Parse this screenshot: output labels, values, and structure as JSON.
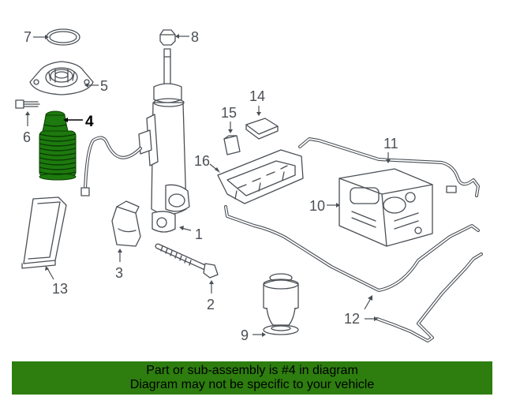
{
  "diagram": {
    "callouts": {
      "c1": "1",
      "c2": "2",
      "c3": "3",
      "c4": "4",
      "c5": "5",
      "c6": "6",
      "c7": "7",
      "c8": "8",
      "c9": "9",
      "c10": "10",
      "c11": "11",
      "c12": "12",
      "c13": "13",
      "c14": "14",
      "c15": "15",
      "c16": "16"
    },
    "highlighted_part": "4",
    "highlight_color": "#1d7a0e",
    "line_color": "#4a4f55"
  },
  "banner": {
    "line1": "Part or sub-assembly is #4 in diagram",
    "line2": "Diagram may not be specific to your vehicle",
    "background": "#2d7d0f"
  }
}
